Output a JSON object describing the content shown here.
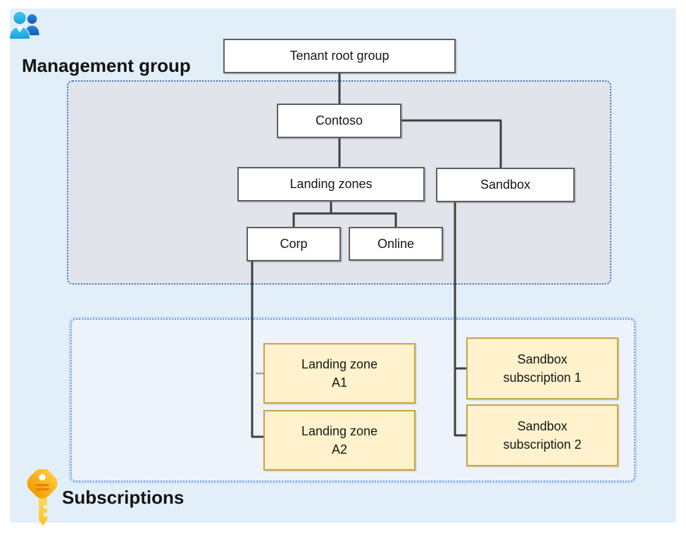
{
  "page": {
    "management_group_label": "Management group",
    "subscriptions_label": "Subscriptions"
  },
  "nodes": {
    "tenant_root_group": {
      "label": "Tenant root group"
    },
    "contoso": {
      "label": "Contoso"
    },
    "landing_zones": {
      "label": "Landing zones"
    },
    "sandbox": {
      "label": "Sandbox"
    },
    "corp": {
      "label": "Corp"
    },
    "online": {
      "label": "Online"
    }
  },
  "subscription_nodes": {
    "landing_zone_a1": {
      "label": "Landing zone\nA1"
    },
    "landing_zone_a2": {
      "label": "Landing zone\nA2"
    },
    "sandbox_subscription_1": {
      "label": "Sandbox\nsubscription 1"
    },
    "sandbox_subscription_2": {
      "label": "Sandbox\nsubscription 2"
    }
  },
  "icons": {
    "management_group": "people-icon",
    "subscriptions": "key-icon"
  },
  "colors": {
    "canvas_bg": "#e2eff9",
    "management_container_bg": "#e1e4eb",
    "management_container_border": "#4472c4",
    "subscriptions_container_bg": "#edf2fb",
    "subscriptions_container_border": "#6d9ee0",
    "node_bg": "#ffffff",
    "node_border": "#5f5f5f",
    "subscription_node_bg": "#fff2cc",
    "subscription_node_border": "#c9a243",
    "connector": "#3f3f3f",
    "connector_light": "#a3a3a3",
    "people_icon_front": "#2fb3e8",
    "people_icon_back": "#1268c2",
    "key_icon_head": "#f7a800",
    "key_icon_shaft": "#ffd24a"
  }
}
